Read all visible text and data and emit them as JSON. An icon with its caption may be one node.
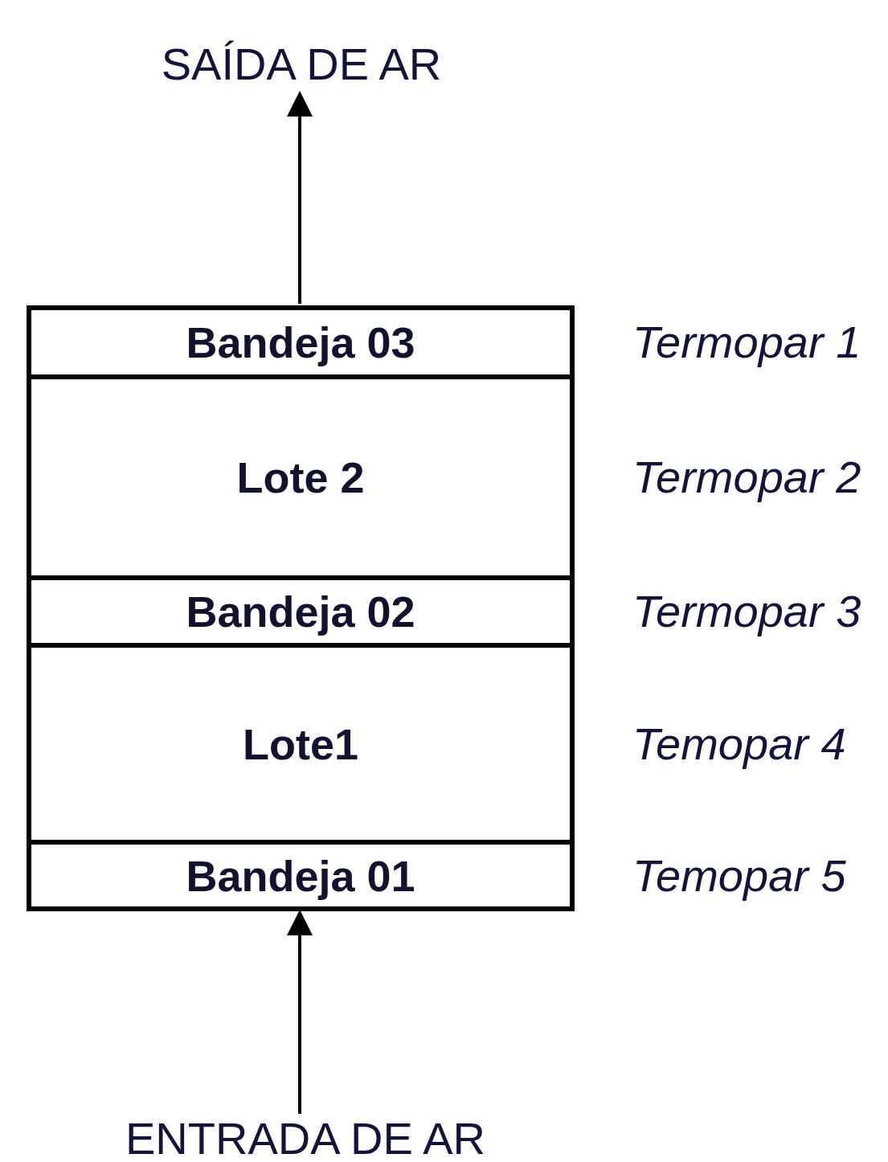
{
  "diagram": {
    "nodes": [
      {
        "text": [
          "SAÍDA DE AR"
        ]
      },
      {
        "text": [
          "Bandeja 03"
        ],
        "beside": [
          "Termopar 1"
        ]
      },
      {
        "text": [
          "Lote 2"
        ],
        "beside": [
          "Termopar 2"
        ]
      },
      {
        "text": [
          "Bandeja 02"
        ],
        "beside": [
          "Termopar 3"
        ]
      },
      {
        "text": [
          "Lote1"
        ],
        "beside": [
          "Temopar 4"
        ]
      },
      {
        "text": [
          "Bandeja 01"
        ],
        "beside": [
          "Temopar 5"
        ]
      },
      {
        "text": [
          "ENTRADA DE AR"
        ]
      }
    ],
    "edges": [
      {
        "from": 1,
        "to": 0,
        "arrow": "to"
      },
      {
        "from": 6,
        "to": 5,
        "arrow": "to"
      }
    ]
  }
}
